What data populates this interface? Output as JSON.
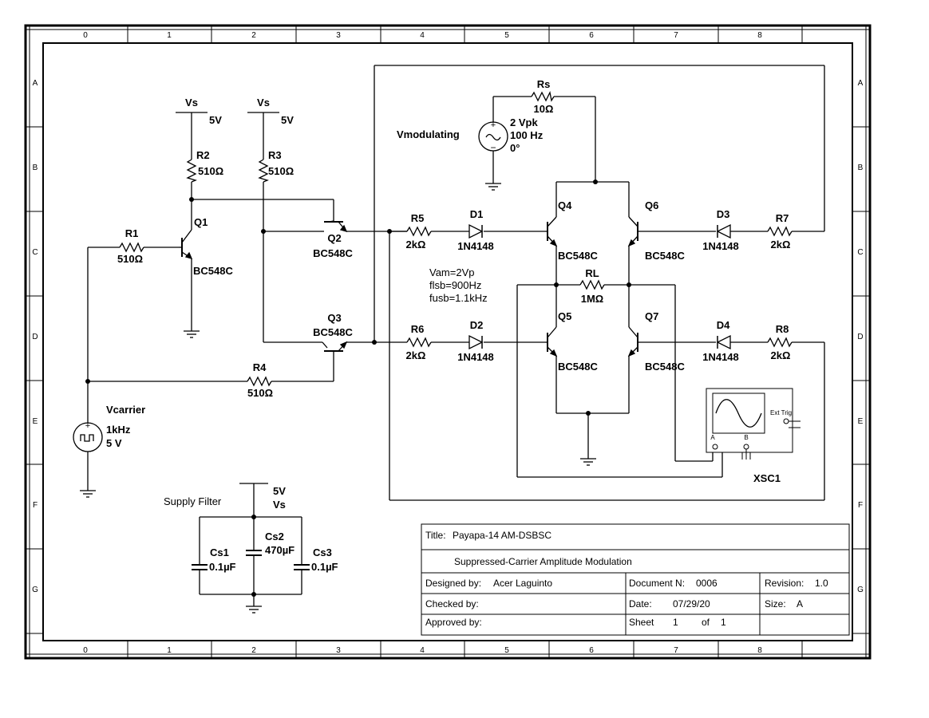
{
  "ruler": {
    "columns": [
      "0",
      "1",
      "2",
      "3",
      "4",
      "5",
      "6",
      "7",
      "8"
    ],
    "rows": [
      "A",
      "B",
      "C",
      "D",
      "E",
      "F",
      "G"
    ]
  },
  "supply": {
    "vs_label_1": "Vs",
    "vs_value_1": "5V",
    "vs_label_2": "Vs",
    "vs_value_2": "5V",
    "filter_vs_value": "5V",
    "filter_vs_label": "Vs",
    "filter_title": "Supply Filter"
  },
  "components": {
    "R1": {
      "ref": "R1",
      "value": "510Ω"
    },
    "R2": {
      "ref": "R2",
      "value": "510Ω"
    },
    "R3": {
      "ref": "R3",
      "value": "510Ω"
    },
    "R4": {
      "ref": "R4",
      "value": "510Ω"
    },
    "R5": {
      "ref": "R5",
      "value": "2kΩ"
    },
    "R6": {
      "ref": "R6",
      "value": "2kΩ"
    },
    "R7": {
      "ref": "R7",
      "value": "2kΩ"
    },
    "R8": {
      "ref": "R8",
      "value": "2kΩ"
    },
    "Rs": {
      "ref": "Rs",
      "value": "10Ω"
    },
    "RL": {
      "ref": "RL",
      "value": "1MΩ"
    },
    "Q1": {
      "ref": "Q1",
      "part": "BC548C"
    },
    "Q2": {
      "ref": "Q2",
      "part": "BC548C"
    },
    "Q3": {
      "ref": "Q3",
      "part": "BC548C"
    },
    "Q4": {
      "ref": "Q4",
      "part": "BC548C"
    },
    "Q5": {
      "ref": "Q5",
      "part": "BC548C"
    },
    "Q6": {
      "ref": "Q6",
      "part": "BC548C"
    },
    "Q7": {
      "ref": "Q7",
      "part": "BC548C"
    },
    "D1": {
      "ref": "D1",
      "part": "1N4148"
    },
    "D2": {
      "ref": "D2",
      "part": "1N4148"
    },
    "D3": {
      "ref": "D3",
      "part": "1N4148"
    },
    "D4": {
      "ref": "D4",
      "part": "1N4148"
    },
    "Cs1": {
      "ref": "Cs1",
      "value": "0.1µF"
    },
    "Cs2": {
      "ref": "Cs2",
      "value": "470µF"
    },
    "Cs3": {
      "ref": "Cs3",
      "value": "0.1µF"
    },
    "Vmodulating": {
      "ref": "Vmodulating",
      "line1": "2 Vpk",
      "line2": "100 Hz",
      "line3": "0°"
    },
    "Vcarrier": {
      "ref": "Vcarrier",
      "line1": "1kHz",
      "line2": "5 V"
    },
    "XSC1": {
      "ref": "XSC1",
      "ext_trig": "Ext Trig",
      "ch_a": "A",
      "ch_b": "B"
    }
  },
  "notes": [
    "Vam=2Vp",
    "flsb=900Hz",
    "fusb=1.1kHz"
  ],
  "title_block": {
    "title_label": "Title:",
    "title_value": "Payapa-14 AM-DSBSC",
    "subtitle": "Suppressed-Carrier Amplitude Modulation",
    "designed_label": "Designed by:",
    "designed_value": "Acer Laguinto",
    "docnum_label": "Document N:",
    "docnum_value": "0006",
    "revision_label": "Revision:",
    "revision_value": "1.0",
    "checked_label": "Checked by:",
    "date_label": "Date:",
    "date_value": "07/29/20",
    "size_label": "Size:",
    "size_value": "A",
    "approved_label": "Approved by:",
    "sheet_label": "Sheet",
    "sheet_value": "1",
    "of_label": "of",
    "of_value": "1"
  }
}
